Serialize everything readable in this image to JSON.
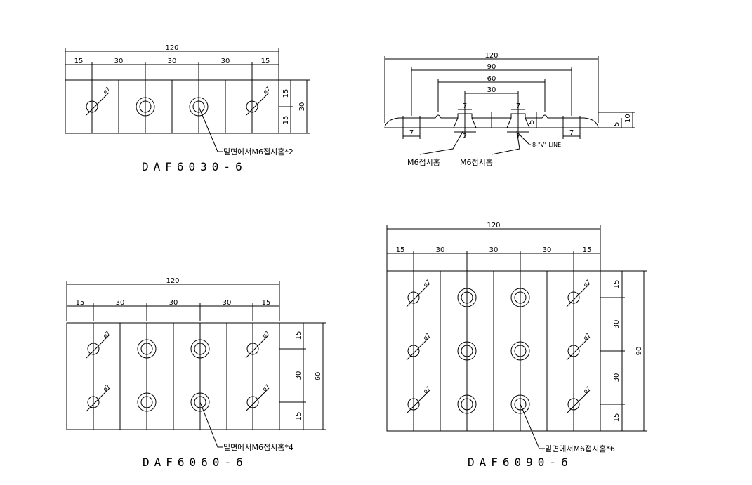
{
  "common": {
    "dim_total": "120",
    "dim_15": "15",
    "dim_30": "30",
    "dia": "ø7"
  },
  "plate1": {
    "model": "DAF6030-6",
    "height_dim": "30",
    "note": "밑면에서M6접시홈*2"
  },
  "profile": {
    "dim_120": "120",
    "dim_90": "90",
    "dim_60": "60",
    "dim_30": "30",
    "dim_7": "7",
    "dim_5": "5",
    "dim_10": "10",
    "dim_2": "2",
    "v_line": "8-\"V\" LINE",
    "note_left": "M6접시홈",
    "note_right": "M6접시홈"
  },
  "plate2": {
    "model": "DAF6060-6",
    "height_dim": "60",
    "note": "밑면에서M6접시홈*4"
  },
  "plate3": {
    "model": "DAF6090-6",
    "height_dim": "90",
    "note": "밑면에서M6접시홈*6"
  }
}
